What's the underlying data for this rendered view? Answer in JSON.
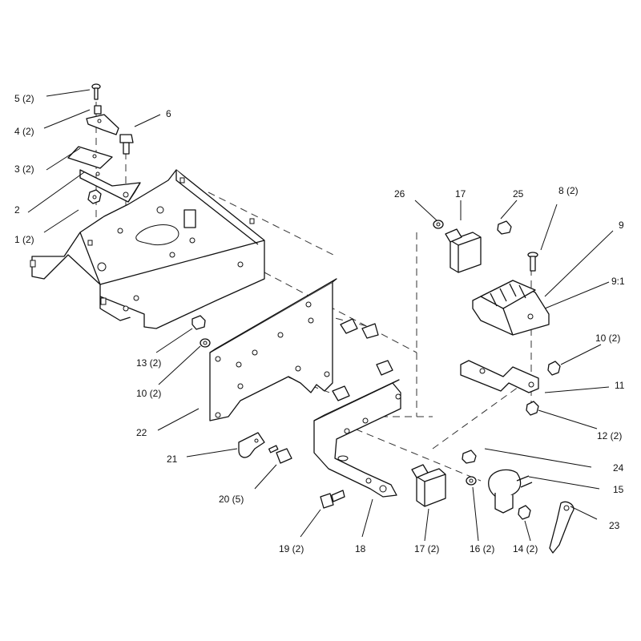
{
  "callouts": [
    {
      "id": "c5",
      "text": "5 (2)"
    },
    {
      "id": "c4",
      "text": "4 (2)"
    },
    {
      "id": "c3",
      "text": "3 (2)"
    },
    {
      "id": "c2",
      "text": "2"
    },
    {
      "id": "c1",
      "text": "1 (2)"
    },
    {
      "id": "c6",
      "text": "6"
    },
    {
      "id": "c26",
      "text": "26"
    },
    {
      "id": "c17a",
      "text": "17"
    },
    {
      "id": "c25",
      "text": "25"
    },
    {
      "id": "c8",
      "text": "8 (2)"
    },
    {
      "id": "c9",
      "text": "9"
    },
    {
      "id": "c91",
      "text": "9:1"
    },
    {
      "id": "c10a",
      "text": "10 (2)"
    },
    {
      "id": "c11",
      "text": "11"
    },
    {
      "id": "c12",
      "text": "12 (2)"
    },
    {
      "id": "c24",
      "text": "24"
    },
    {
      "id": "c15",
      "text": "15"
    },
    {
      "id": "c23",
      "text": "23"
    },
    {
      "id": "c13",
      "text": "13 (2)"
    },
    {
      "id": "c10b",
      "text": "10 (2)"
    },
    {
      "id": "c22",
      "text": "22"
    },
    {
      "id": "c21",
      "text": "21"
    },
    {
      "id": "c20",
      "text": "20 (5)"
    },
    {
      "id": "c19",
      "text": "19 (2)"
    },
    {
      "id": "c18",
      "text": "18"
    },
    {
      "id": "c17b",
      "text": "17 (2)"
    },
    {
      "id": "c16",
      "text": "16 (2)"
    },
    {
      "id": "c14",
      "text": "14 (2)"
    }
  ]
}
